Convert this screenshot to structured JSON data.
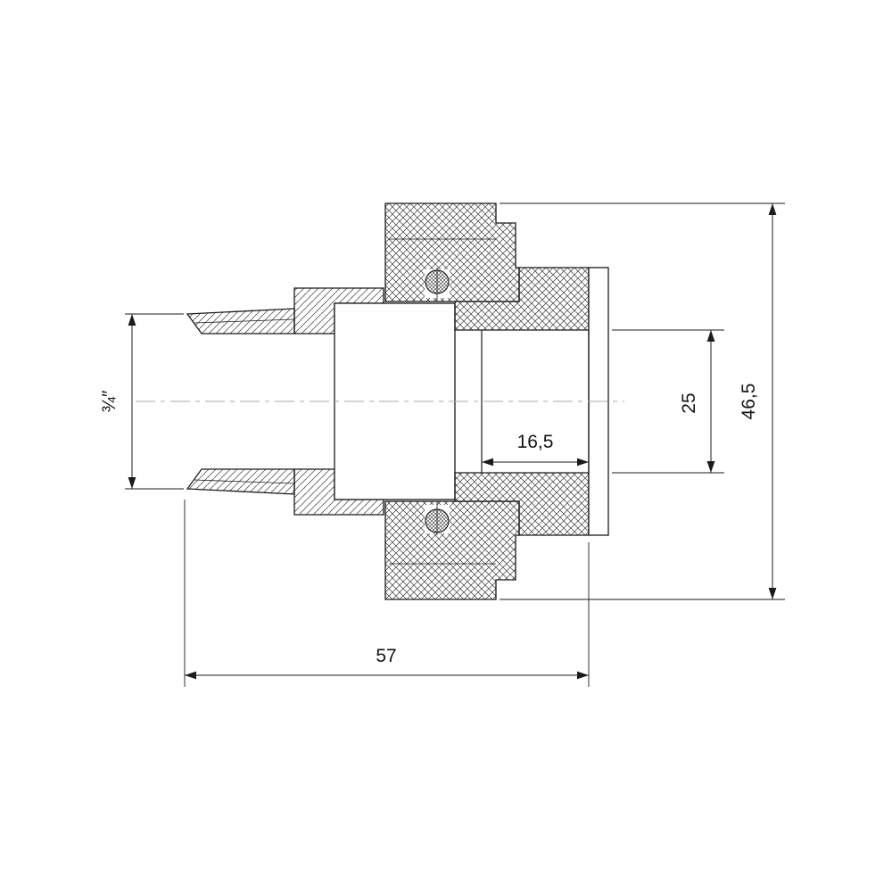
{
  "drawing": {
    "type": "technical cross-section of a threaded union pipe fitting",
    "colors": {
      "line": "#1b1b1b",
      "background": "#ffffff",
      "centerline": "#a9a9a9",
      "hatch": "#3c3c3c"
    },
    "dims": {
      "thread_size": "¾″",
      "overall_length": "57",
      "socket_depth": "16,5",
      "bore_diameter": "25",
      "outer_diameter": "46,5"
    }
  }
}
